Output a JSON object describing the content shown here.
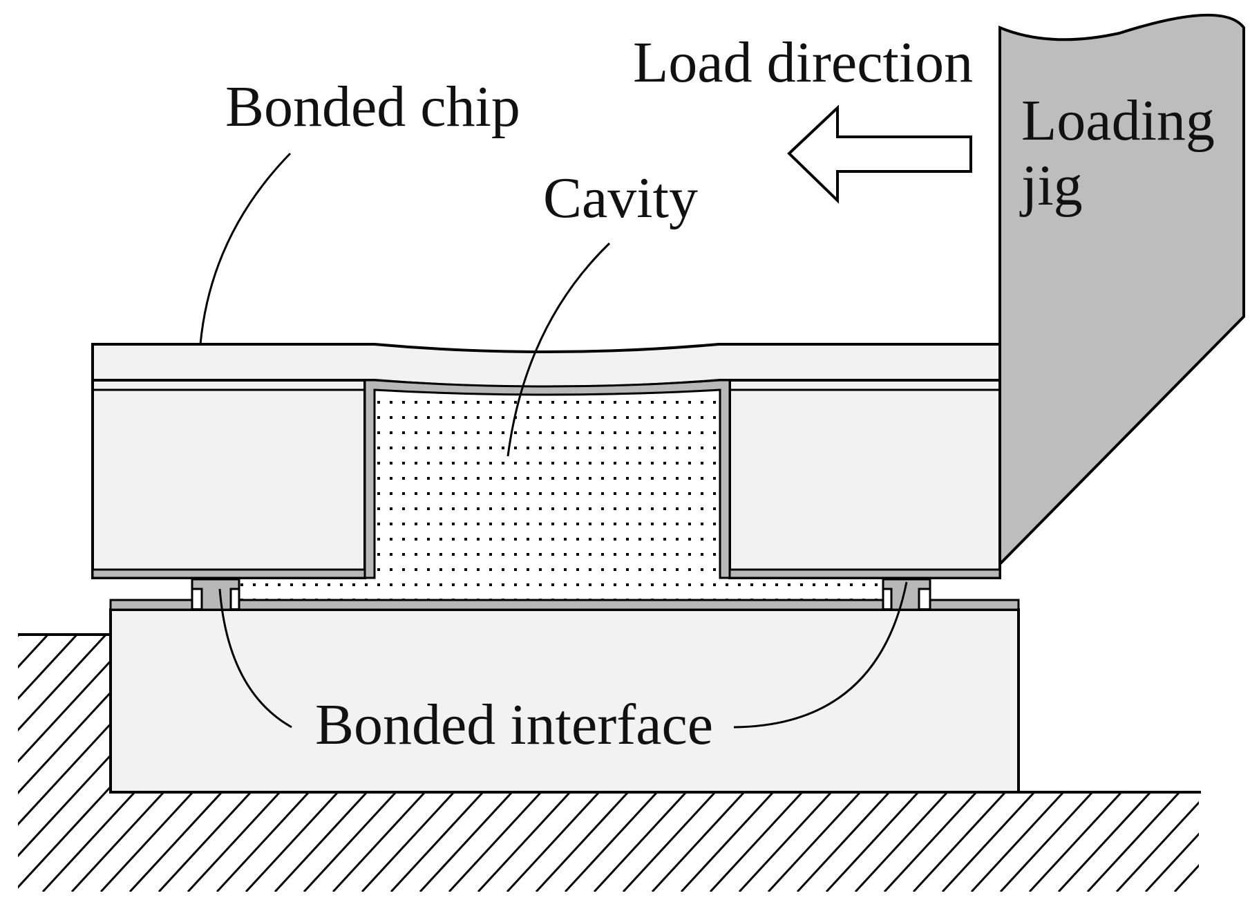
{
  "labels": {
    "bonded_chip": "Bonded chip",
    "load_direction": "Load direction",
    "cavity": "Cavity",
    "loading_jig_line1": "Loading",
    "loading_jig_line2": "jig",
    "bonded_interface": "Bonded interface"
  },
  "colors": {
    "stroke": "#000000",
    "chip_fill": "#f2f2f2",
    "film_fill": "#b8b8b8",
    "jig_fill": "#bdbdbd",
    "cavity_dots": "#000000",
    "background": "#ffffff"
  }
}
